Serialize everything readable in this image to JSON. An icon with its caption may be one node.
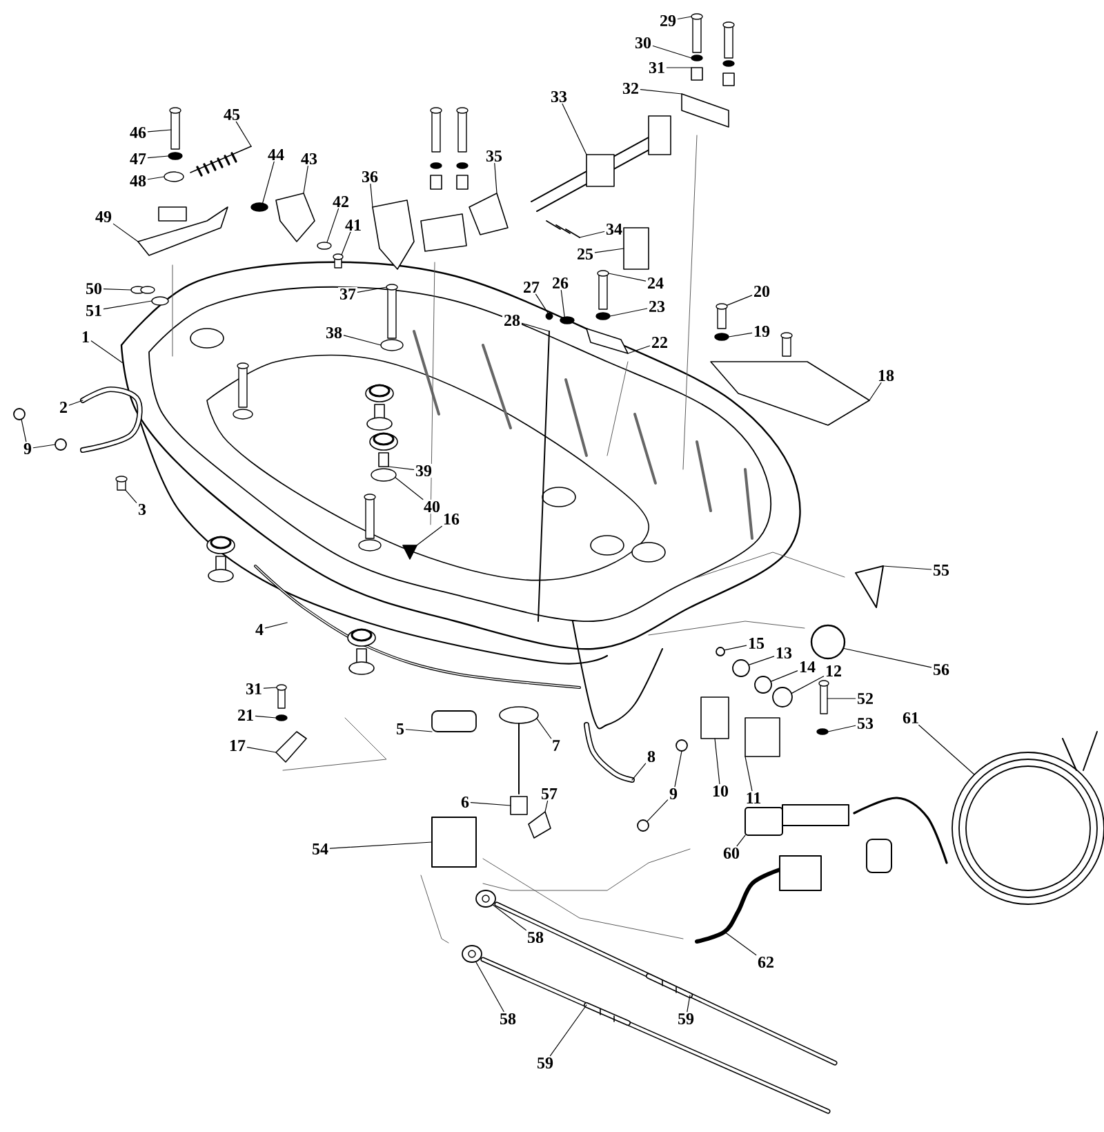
{
  "diagram": {
    "nodes": [
      {
        "text": [
          "29"
        ]
      },
      {
        "text": [
          "30"
        ]
      },
      {
        "text": [
          "31"
        ]
      },
      {
        "text": [
          "32"
        ]
      },
      {
        "text": [
          "33"
        ]
      },
      {
        "text": [
          "46"
        ]
      },
      {
        "text": [
          "45"
        ]
      },
      {
        "text": [
          "47"
        ]
      },
      {
        "text": [
          "48"
        ]
      },
      {
        "text": [
          "44"
        ]
      },
      {
        "text": [
          "43"
        ]
      },
      {
        "text": [
          "42"
        ]
      },
      {
        "text": [
          "41"
        ]
      },
      {
        "text": [
          "36"
        ]
      },
      {
        "text": [
          "35"
        ]
      },
      {
        "text": [
          "34"
        ]
      },
      {
        "text": [
          "25"
        ]
      },
      {
        "text": [
          "49"
        ]
      },
      {
        "text": [
          "50"
        ]
      },
      {
        "text": [
          "51"
        ]
      },
      {
        "text": [
          "1"
        ]
      },
      {
        "text": [
          "37"
        ]
      },
      {
        "text": [
          "38"
        ]
      },
      {
        "text": [
          "27"
        ]
      },
      {
        "text": [
          "26"
        ]
      },
      {
        "text": [
          "28"
        ]
      },
      {
        "text": [
          "24"
        ]
      },
      {
        "text": [
          "23"
        ]
      },
      {
        "text": [
          "22"
        ]
      },
      {
        "text": [
          "20"
        ]
      },
      {
        "text": [
          "19"
        ]
      },
      {
        "text": [
          "18"
        ]
      },
      {
        "text": [
          "2"
        ]
      },
      {
        "text": [
          "9"
        ]
      },
      {
        "text": [
          "3"
        ]
      },
      {
        "text": [
          "39"
        ]
      },
      {
        "text": [
          "40"
        ]
      },
      {
        "text": [
          "16"
        ]
      },
      {
        "text": [
          "4"
        ]
      },
      {
        "text": [
          "55"
        ]
      },
      {
        "text": [
          "15"
        ]
      },
      {
        "text": [
          "13"
        ]
      },
      {
        "text": [
          "56"
        ]
      },
      {
        "text": [
          "14"
        ]
      },
      {
        "text": [
          "12"
        ]
      },
      {
        "text": [
          "52"
        ]
      },
      {
        "text": [
          "53"
        ]
      },
      {
        "text": [
          "31"
        ]
      },
      {
        "text": [
          "21"
        ]
      },
      {
        "text": [
          "17"
        ]
      },
      {
        "text": [
          "5"
        ]
      },
      {
        "text": [
          "7"
        ]
      },
      {
        "text": [
          "8"
        ]
      },
      {
        "text": [
          "10"
        ]
      },
      {
        "text": [
          "9"
        ]
      },
      {
        "text": [
          "11"
        ]
      },
      {
        "text": [
          "57"
        ]
      },
      {
        "text": [
          "6"
        ]
      },
      {
        "text": [
          "54"
        ]
      },
      {
        "text": [
          "60"
        ]
      },
      {
        "text": [
          "61"
        ]
      },
      {
        "text": [
          "58"
        ]
      },
      {
        "text": [
          "62"
        ]
      },
      {
        "text": [
          "58"
        ]
      },
      {
        "text": [
          "59"
        ]
      },
      {
        "text": [
          "59"
        ]
      },
      {
        "text": [],
        "shape": "bolt"
      },
      {
        "text": [],
        "shape": "washer"
      },
      {
        "text": [],
        "shape": "box"
      },
      {
        "text": [],
        "shape": "plate"
      },
      {
        "text": [],
        "shape": "shaft"
      },
      {
        "text": [],
        "shape": "bolt"
      },
      {
        "text": [],
        "shape": "spring"
      },
      {
        "text": [],
        "shape": "washer"
      },
      {
        "text": [],
        "shape": "washer"
      },
      {
        "text": [],
        "shape": "washer"
      },
      {
        "text": [],
        "shape": "bracket"
      },
      {
        "text": [],
        "shape": "washer"
      },
      {
        "text": [],
        "shape": "bolt"
      },
      {
        "text": [],
        "shape": "bracket"
      },
      {
        "text": [],
        "shape": "bracket"
      },
      {
        "text": [],
        "shape": "pin"
      },
      {
        "text": [],
        "shape": "box"
      },
      {
        "text": [],
        "shape": "lever"
      },
      {
        "text": [],
        "shape": "seal"
      },
      {
        "text": [],
        "shape": "ring"
      },
      {
        "text": [],
        "shape": "bolt"
      },
      {
        "text": [],
        "shape": "washer"
      },
      {
        "text": [],
        "shape": "circle"
      },
      {
        "text": [],
        "shape": "washer"
      },
      {
        "text": [],
        "shape": "rod"
      },
      {
        "text": [],
        "shape": "bolt"
      },
      {
        "text": [],
        "shape": "washer"
      },
      {
        "text": [],
        "shape": "plate"
      },
      {
        "text": [],
        "shape": "bolt"
      },
      {
        "text": [],
        "shape": "washer"
      },
      {
        "text": [],
        "shape": "plate"
      },
      {
        "text": [],
        "shape": "hose"
      },
      {
        "text": [],
        "shape": "circle"
      },
      {
        "text": [],
        "shape": "circle"
      },
      {
        "text": [],
        "shape": "bolt"
      },
      {
        "text": [],
        "shape": "grommet"
      },
      {
        "text": [],
        "shape": "washer"
      },
      {
        "text": [],
        "shape": "cone"
      },
      {
        "text": [],
        "shape": "triangle"
      },
      {
        "text": [],
        "shape": "circle"
      },
      {
        "text": [],
        "shape": "circle"
      },
      {
        "text": [],
        "shape": "circle"
      },
      {
        "text": [],
        "shape": "circle"
      },
      {
        "text": [],
        "shape": "circle"
      },
      {
        "text": [],
        "shape": "bolt"
      },
      {
        "text": [],
        "shape": "washer"
      },
      {
        "text": [],
        "shape": "bolt"
      },
      {
        "text": [],
        "shape": "washer"
      },
      {
        "text": [],
        "shape": "clip"
      },
      {
        "text": [],
        "shape": "box"
      },
      {
        "text": [],
        "shape": "grommet"
      },
      {
        "text": [],
        "shape": "hose"
      },
      {
        "text": [],
        "shape": "box"
      },
      {
        "text": [],
        "shape": "circle"
      },
      {
        "text": [],
        "shape": "circle"
      },
      {
        "text": [],
        "shape": "box"
      },
      {
        "text": [],
        "shape": "clip"
      },
      {
        "text": [],
        "shape": "box"
      },
      {
        "text": [],
        "shape": "box"
      },
      {
        "text": [],
        "shape": "plug"
      },
      {
        "text": [],
        "shape": "coil"
      },
      {
        "text": [],
        "shape": "eye"
      },
      {
        "text": [],
        "shape": "socket"
      },
      {
        "text": [],
        "shape": "eye"
      },
      {
        "text": [],
        "shape": "cable"
      },
      {
        "text": [],
        "shape": "cable"
      }
    ],
    "edges": [
      {
        "from": 0,
        "to": 66,
        "arrow": "none"
      },
      {
        "from": 1,
        "to": 67,
        "arrow": "none"
      },
      {
        "from": 2,
        "to": 68,
        "arrow": "none"
      },
      {
        "from": 3,
        "to": 69,
        "arrow": "none"
      },
      {
        "from": 4,
        "to": 70,
        "arrow": "none"
      },
      {
        "from": 5,
        "to": 71,
        "arrow": "none"
      },
      {
        "from": 6,
        "to": 72,
        "arrow": "none"
      },
      {
        "from": 7,
        "to": 73,
        "arrow": "none"
      },
      {
        "from": 8,
        "to": 74,
        "arrow": "none"
      },
      {
        "from": 9,
        "to": 75,
        "arrow": "none"
      },
      {
        "from": 10,
        "to": 76,
        "arrow": "none"
      },
      {
        "from": 11,
        "to": 77,
        "arrow": "none"
      },
      {
        "from": 12,
        "to": 78,
        "arrow": "none"
      },
      {
        "from": 13,
        "to": 79,
        "arrow": "none"
      },
      {
        "from": 14,
        "to": 80,
        "arrow": "none"
      },
      {
        "from": 15,
        "to": 81,
        "arrow": "none"
      },
      {
        "from": 16,
        "to": 82,
        "arrow": "none"
      },
      {
        "from": 17,
        "to": 83,
        "arrow": "none"
      },
      {
        "from": 18,
        "to": 84,
        "arrow": "none"
      },
      {
        "from": 19,
        "to": 85,
        "arrow": "none"
      },
      {
        "from": 20,
        "to": null,
        "arrow": "none"
      },
      {
        "from": 21,
        "to": 86,
        "arrow": "none"
      },
      {
        "from": 22,
        "to": 87,
        "arrow": "none"
      },
      {
        "from": 23,
        "to": 88,
        "arrow": "none"
      },
      {
        "from": 24,
        "to": 89,
        "arrow": "none"
      },
      {
        "from": 25,
        "to": 90,
        "arrow": "none"
      },
      {
        "from": 26,
        "to": 91,
        "arrow": "none"
      },
      {
        "from": 27,
        "to": 92,
        "arrow": "none"
      },
      {
        "from": 28,
        "to": 93,
        "arrow": "none"
      },
      {
        "from": 29,
        "to": 94,
        "arrow": "none"
      },
      {
        "from": 30,
        "to": 95,
        "arrow": "none"
      },
      {
        "from": 31,
        "to": 96,
        "arrow": "none"
      },
      {
        "from": 32,
        "to": 97,
        "arrow": "none"
      },
      {
        "from": 33,
        "to": 98,
        "arrow": "none"
      },
      {
        "from": 33,
        "to": 99,
        "arrow": "none"
      },
      {
        "from": 34,
        "to": 100,
        "arrow": "none"
      },
      {
        "from": 35,
        "to": 101,
        "arrow": "none"
      },
      {
        "from": 36,
        "to": 102,
        "arrow": "none"
      },
      {
        "from": 37,
        "to": 103,
        "arrow": "none"
      },
      {
        "from": 38,
        "to": null,
        "arrow": "none"
      },
      {
        "from": 39,
        "to": 104,
        "arrow": "none"
      },
      {
        "from": 40,
        "to": 105,
        "arrow": "none"
      },
      {
        "from": 41,
        "to": 106,
        "arrow": "none"
      },
      {
        "from": 42,
        "to": 107,
        "arrow": "none"
      },
      {
        "from": 43,
        "to": 108,
        "arrow": "none"
      },
      {
        "from": 44,
        "to": 109,
        "arrow": "none"
      },
      {
        "from": 45,
        "to": 110,
        "arrow": "none"
      },
      {
        "from": 46,
        "to": 111,
        "arrow": "none"
      },
      {
        "from": 47,
        "to": 112,
        "arrow": "none"
      },
      {
        "from": 48,
        "to": 113,
        "arrow": "none"
      },
      {
        "from": 49,
        "to": 114,
        "arrow": "none"
      },
      {
        "from": 50,
        "to": 115,
        "arrow": "none"
      },
      {
        "from": 51,
        "to": 116,
        "arrow": "none"
      },
      {
        "from": 52,
        "to": 117,
        "arrow": "none"
      },
      {
        "from": 53,
        "to": 118,
        "arrow": "none"
      },
      {
        "from": 54,
        "to": 119,
        "arrow": "none"
      },
      {
        "from": 54,
        "to": 120,
        "arrow": "none"
      },
      {
        "from": 55,
        "to": 121,
        "arrow": "none"
      },
      {
        "from": 56,
        "to": 122,
        "arrow": "none"
      },
      {
        "from": 57,
        "to": 123,
        "arrow": "none"
      },
      {
        "from": 58,
        "to": 124,
        "arrow": "none"
      },
      {
        "from": 59,
        "to": 125,
        "arrow": "none"
      },
      {
        "from": 60,
        "to": 126,
        "arrow": "none"
      },
      {
        "from": 61,
        "to": 127,
        "arrow": "none"
      },
      {
        "from": 62,
        "to": 128,
        "arrow": "none"
      },
      {
        "from": 63,
        "to": 129,
        "arrow": "none"
      },
      {
        "from": 64,
        "to": 130,
        "arrow": "none"
      },
      {
        "from": 65,
        "to": 131,
        "arrow": "none"
      }
    ]
  }
}
